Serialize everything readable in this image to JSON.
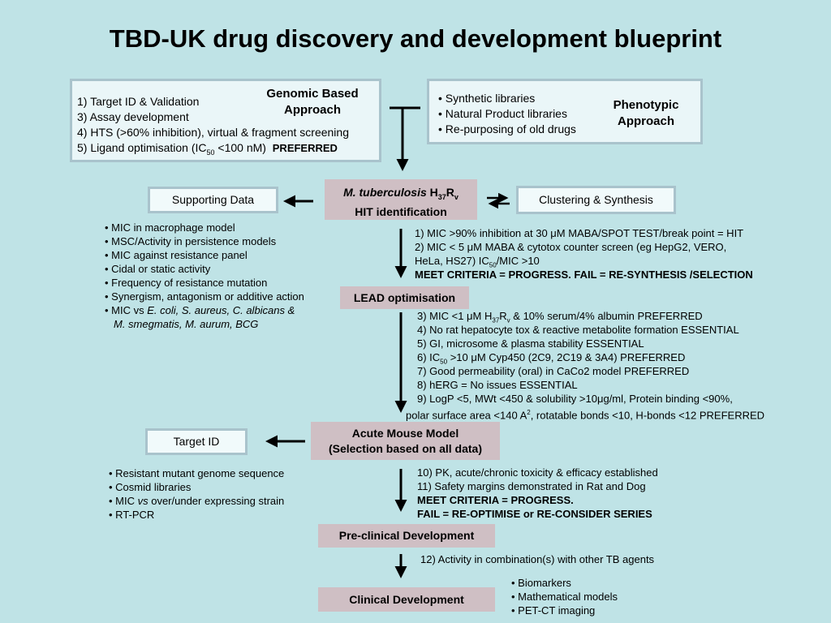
{
  "title": "TBD-UK drug discovery and development blueprint",
  "genomic": {
    "heading_1": "Genomic Based",
    "heading_2": "Approach",
    "line_1": "1) Target ID & Validation",
    "line_2": "3) Assay development",
    "line_3": "4) HTS (>60% inhibition), virtual & fragment screening",
    "line_4_a": "5) Ligand optimisation (IC",
    "line_4_sub": "50",
    "line_4_b": " <100 nM)",
    "line_4_c": "PREFERRED"
  },
  "phenotypic": {
    "heading_1": "Phenotypic",
    "heading_2": "Approach",
    "items": [
      "• Synthetic libraries",
      "• Natural Product libraries",
      "• Re-purposing of old drugs"
    ]
  },
  "hit": {
    "name_italic": "M. tuberculosis",
    "name_h": " H",
    "sub_37": "37",
    "name_r": "R",
    "sub_v": "v",
    "line_2": "HIT identification"
  },
  "supporting_data": "Supporting Data",
  "clustering": "Clustering & Synthesis",
  "supporting_list": {
    "items": [
      "• MIC in macrophage model",
      "• MSC/Activity in persistence models",
      "• MIC against resistance panel",
      "• Cidal or static activity",
      "• Frequency of resistance mutation",
      "• Synergism, antagonism or additive action"
    ],
    "last_prefix": "• MIC vs ",
    "last_italic_1": "E. coli, S. aureus, C. albicans &",
    "last_italic_2": "M. smegmatis, M. aurum, BCG"
  },
  "hit_criteria": {
    "line_1": "1) MIC >90% inhibition at 30 μM MABA/SPOT TEST/break point = HIT",
    "line_2": "2) MIC < 5 μM  MABA & cytotox counter screen (eg HepG2, VERO,",
    "line_3_a": "HeLa, HS27) IC",
    "line_3_sub": "50",
    "line_3_b": "/MIC >10",
    "line_4": "MEET CRITERIA = PROGRESS. FAIL = RE-SYNTHESIS /SELECTION"
  },
  "lead": "LEAD optimisation",
  "lead_criteria": {
    "line_3_a": "3) MIC <1 μM H",
    "line_3_sub1": "37",
    "line_3_b": "R",
    "line_3_sub2": "v",
    "line_3_c": "  & 10% serum/4% albumin PREFERRED",
    "line_4": "4) No rat hepatocyte tox & reactive metabolite formation ESSENTIAL",
    "line_5": "5) GI, microsome & plasma stability ESSENTIAL",
    "line_6_a": "6) IC",
    "line_6_sub": "50",
    "line_6_b": " >10 μM Cyp450 (2C9, 2C19 & 3A4) PREFERRED",
    "line_7": "7) Good permeability (oral) in CaCo2 model PREFERRED",
    "line_8": "8) hERG = No issues ESSENTIAL",
    "line_9": "9) LogP <5, MWt <450 & solubility >10μg/ml, Protein binding <90%,",
    "line_10_a": "polar surface area <140 A",
    "line_10_sup": "2",
    "line_10_b": ", rotatable bonds <10, H-bonds <12 PREFERRED"
  },
  "acute": {
    "line_1": "Acute Mouse Model",
    "line_2": "(Selection based on all data)"
  },
  "target_id": "Target ID",
  "target_list": {
    "items": [
      "• Resistant mutant genome sequence",
      "• Cosmid libraries"
    ],
    "mic_prefix": "• MIC ",
    "mic_italic": "vs",
    "mic_suffix": " over/under expressing strain",
    "last": "• RT-PCR"
  },
  "acute_criteria": {
    "line_1": "10) PK, acute/chronic toxicity & efficacy established",
    "line_2": "11) Safety margins demonstrated in Rat and Dog",
    "line_3": "MEET CRITERIA = PROGRESS.",
    "line_4": "FAIL = RE-OPTIMISE or RE-CONSIDER SERIES"
  },
  "preclinical": "Pre-clinical Development",
  "preclinical_criteria": "12) Activity in combination(s) with other TB agents",
  "clinical": "Clinical Development",
  "clinical_list": [
    "• Biomarkers",
    "• Mathematical models",
    "• PET-CT imaging"
  ]
}
